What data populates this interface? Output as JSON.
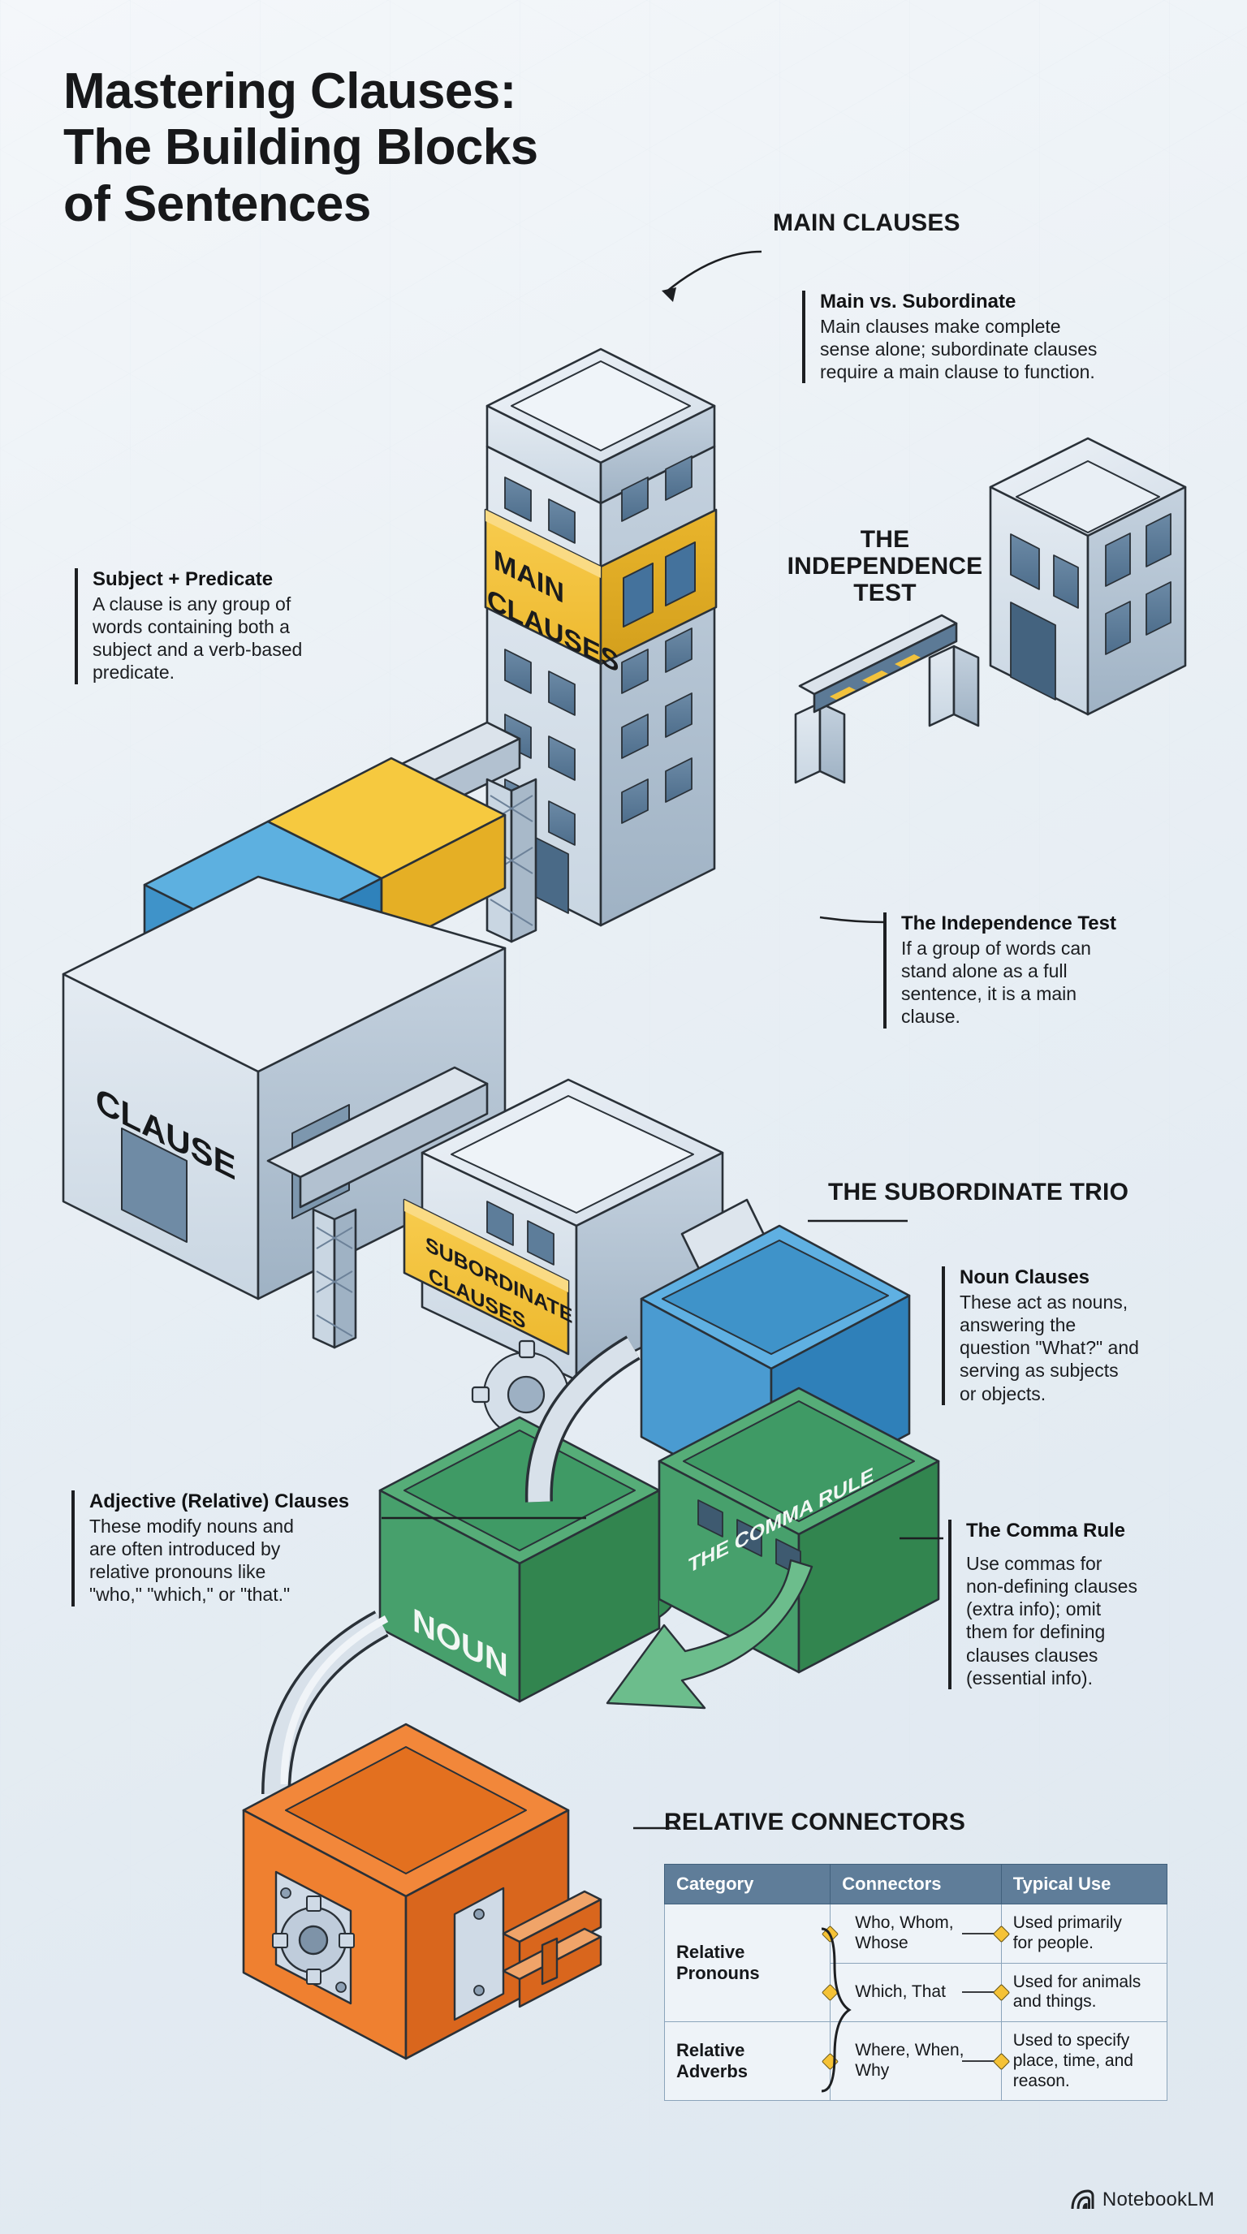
{
  "title": "Mastering Clauses:\nThe Building Blocks\nof Sentences",
  "headings": {
    "main_clauses": "MAIN CLAUSES",
    "independence_test": "THE\nINDEPENDENCE\nTEST",
    "subordinate_trio": "THE SUBORDINATE TRIO",
    "relative_connectors": "RELATIVE CONNECTORS"
  },
  "notes": {
    "main_vs_sub": {
      "title": "Main vs. Subordinate",
      "body": "Main clauses make complete\nsense alone; subordinate clauses\nrequire a main clause to function."
    },
    "subject_predicate": {
      "title": "Subject + Predicate",
      "body": "A clause is any group of\nwords containing both a\nsubject and a verb-based\npredicate."
    },
    "independence_test": {
      "title": "The Independence Test",
      "body": "If a group of words can\nstand alone as a full\nsentence, it is a main\nclause."
    },
    "noun_clauses": {
      "title": "Noun Clauses",
      "body": "These act as nouns,\nanswering the\nquestion \"What?\" and\nserving as subjects\nor objects."
    },
    "adjective_clauses": {
      "title": "Adjective (Relative) Clauses",
      "body": "These modify nouns and\nare often introduced by\nrelative pronouns like\n\"who,\" \"which,\" or \"that.\""
    },
    "comma_rule": {
      "title": "The Comma Rule",
      "body": "Use commas for\nnon-defining clauses\n(extra info); omit\nthem for defining\nclauses clauses\n(essential info)."
    }
  },
  "illustration_labels": {
    "main_clauses_sign": "MAIN\nCLAUSES",
    "clause_block": "CLAUSE",
    "subordinate_sign": "SUBORDINATE\nCLAUSES",
    "noun_block": "NOUN",
    "comma_rule_block": "THE COMMA RULE"
  },
  "table": {
    "columns": [
      "Category",
      "Connectors",
      "Typical Use"
    ],
    "rows": [
      {
        "category": "Relative\nPronouns",
        "rowspan": 2,
        "connectors": "Who, Whom,\nWhose",
        "use": "Used primarily\nfor people."
      },
      {
        "category": "",
        "rowspan": 0,
        "connectors": "Which, That",
        "use": "Used for animals\nand things."
      },
      {
        "category": "Relative\nAdverbs",
        "rowspan": 1,
        "connectors": "Where, When,\nWhy",
        "use": "Used to specify\nplace, time, and\nreason."
      }
    ]
  },
  "footer": {
    "brand": "NotebookLM",
    "logo_icon": "notebooklm-logo-icon"
  },
  "colors": {
    "accent_yellow": "#f5c13c",
    "accent_yellow_dark": "#e0a820",
    "accent_blue": "#4a9bd1",
    "accent_blue_dark": "#2f7fb5",
    "accent_blue_light": "#6cb6e0",
    "accent_green": "#45a26a",
    "accent_green_dark": "#2f8253",
    "accent_orange": "#ef8030",
    "accent_orange_dark": "#d9661d",
    "steel_light": "#dfe6ee",
    "steel_mid": "#c2cedb",
    "steel_dark": "#93a7bc",
    "slate": "#5f7d99",
    "ink": "#2a3138",
    "background": "#eef3f8"
  }
}
